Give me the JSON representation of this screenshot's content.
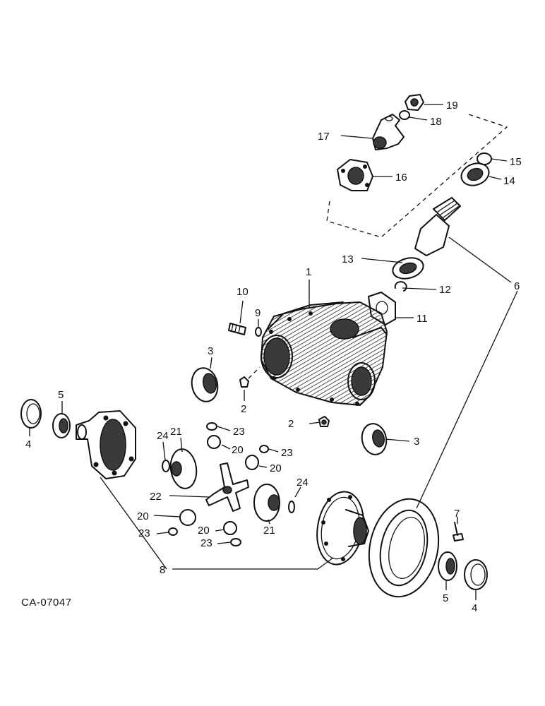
{
  "drawing": {
    "reference_code": "CA-07047"
  },
  "callouts": [
    {
      "key": "c1",
      "label": "1"
    },
    {
      "key": "c2a",
      "label": "2"
    },
    {
      "key": "c2b",
      "label": "2"
    },
    {
      "key": "c3a",
      "label": "3"
    },
    {
      "key": "c3b",
      "label": "3"
    },
    {
      "key": "c4a",
      "label": "4"
    },
    {
      "key": "c4b",
      "label": "4"
    },
    {
      "key": "c5a",
      "label": "5"
    },
    {
      "key": "c5b",
      "label": "5"
    },
    {
      "key": "c6",
      "label": "6"
    },
    {
      "key": "c7",
      "label": "7"
    },
    {
      "key": "c8",
      "label": "8"
    },
    {
      "key": "c9",
      "label": "9"
    },
    {
      "key": "c10",
      "label": "10"
    },
    {
      "key": "c11",
      "label": "11"
    },
    {
      "key": "c12",
      "label": "12"
    },
    {
      "key": "c13",
      "label": "13"
    },
    {
      "key": "c14",
      "label": "14"
    },
    {
      "key": "c15",
      "label": "15"
    },
    {
      "key": "c16",
      "label": "16"
    },
    {
      "key": "c17",
      "label": "17"
    },
    {
      "key": "c18",
      "label": "18"
    },
    {
      "key": "c19",
      "label": "19"
    },
    {
      "key": "c20a",
      "label": "20"
    },
    {
      "key": "c20b",
      "label": "20"
    },
    {
      "key": "c20c",
      "label": "20"
    },
    {
      "key": "c20d",
      "label": "20"
    },
    {
      "key": "c21a",
      "label": "21"
    },
    {
      "key": "c21b",
      "label": "21"
    },
    {
      "key": "c22",
      "label": "22"
    },
    {
      "key": "c23a",
      "label": "23"
    },
    {
      "key": "c23b",
      "label": "23"
    },
    {
      "key": "c23c",
      "label": "23"
    },
    {
      "key": "c23d",
      "label": "23"
    },
    {
      "key": "c24a",
      "label": "24"
    },
    {
      "key": "c24b",
      "label": "24"
    }
  ]
}
